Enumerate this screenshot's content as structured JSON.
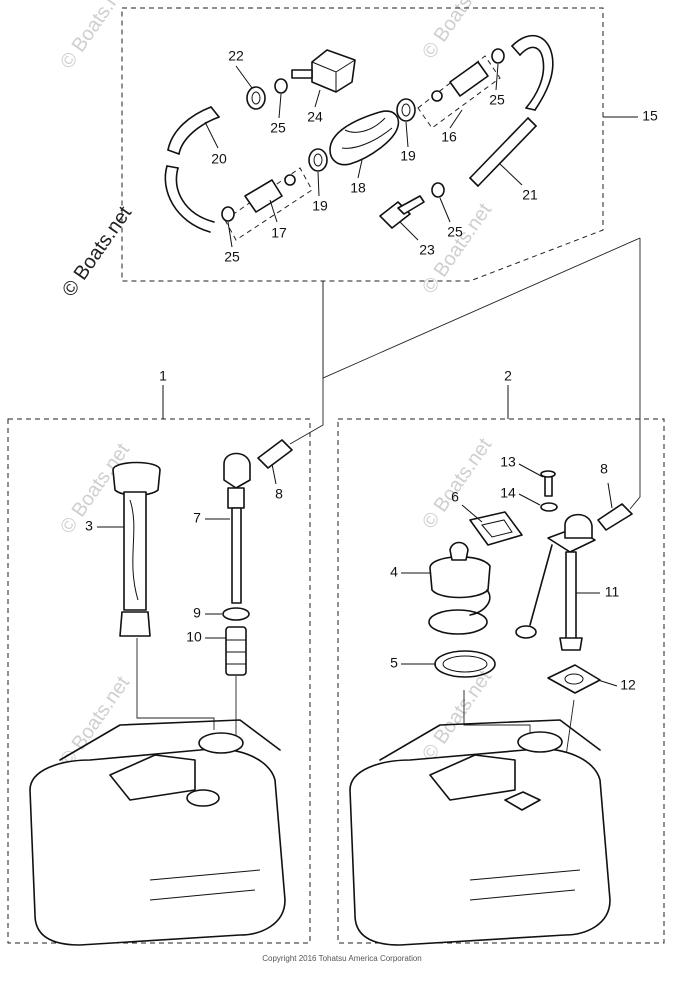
{
  "watermark_texts": [
    "© Boats.net",
    "© Boats.net",
    "© Boats.net",
    "© Boats.net",
    "© Boats.net",
    "© Boats.net",
    "© Boats.net",
    "© Boats.net"
  ],
  "copyright": "Copyright 2016 Tohatsu America Corporation",
  "callouts": {
    "c22": "22",
    "c24": "24",
    "c25a": "25",
    "c20": "20",
    "c18": "18",
    "c19a": "19",
    "c19b": "19",
    "c16": "16",
    "c25b": "25",
    "c15": "15",
    "c21": "21",
    "c17": "17",
    "c25c": "25",
    "c23": "23",
    "c25d": "25",
    "c1": "1",
    "c2": "2",
    "c3": "3",
    "c7": "7",
    "c8a": "8",
    "c9": "9",
    "c10": "10",
    "c13": "13",
    "c14": "14",
    "c6": "6",
    "c8b": "8",
    "c4": "4",
    "c11": "11",
    "c5": "5",
    "c12": "12"
  }
}
